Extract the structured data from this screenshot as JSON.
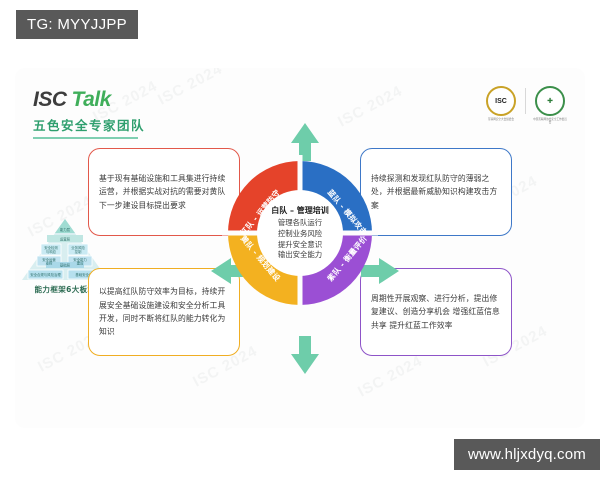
{
  "overlays": {
    "tg_tag": "TG: MYYJJPP",
    "url_tag": "www.hljxdyq.com"
  },
  "brand": {
    "logo_isc": "ISC",
    "logo_talk": "Talk",
    "logo_sub": "五色安全专家团队"
  },
  "badges": [
    {
      "mark": "ISC",
      "caption": "互联网安全大会组委会"
    },
    {
      "mark": "✚",
      "caption": "中国互联网协会安全工作委员会"
    }
  ],
  "pyramid": {
    "caption": "能力框架6大板块",
    "levels": [
      {
        "label": "能力层"
      },
      {
        "label": "运营层"
      },
      {
        "label": "功能层"
      },
      {
        "label": "基础层"
      }
    ],
    "blocks": [
      "安全检测与响应",
      "业务风险控制",
      "安全运营支撑",
      "安全能力建设",
      "安全合规与风险治理",
      "基础安全设施"
    ]
  },
  "quadrants": [
    {
      "id": "red-ops-defense",
      "color": "#e5432a",
      "segment_label": "红队 - 运营防守",
      "card_text": "基于现有基础设施和工具集进行持续运营，并根据实战对抗的需要对黄队下一步建设目标提出要求"
    },
    {
      "id": "blue-simulated-attack",
      "color": "#2a6fc4",
      "segment_label": "蓝队 - 模拟攻击",
      "card_text": "持续探测和发现红队防守的薄弱之处，并根据最新威胁知识构建攻击方案"
    },
    {
      "id": "yellow-planning-build",
      "color": "#f3b120",
      "segment_label": "黄队 - 规划建设",
      "card_text": "以提高红队防守效率为目标，持续开展安全基础设施建设和安全分析工具开发，同时不断将红队的能力转化为知识"
    },
    {
      "id": "purple-measure-evaluate",
      "color": "#9b4fd4",
      "segment_label": "紫队 - 衡量评价",
      "card_text": "周期性开展观察、进行分析，提出修复建议、创造分享机会 增强红蓝信息共享 提升红蓝工作效率"
    }
  ],
  "hub": {
    "title": "白队 – 管理培训",
    "lines": [
      "管理各队运行",
      "控制业务风险",
      "提升安全意识",
      "输出安全能力"
    ]
  },
  "arrows": {
    "color": "#6ecdaa",
    "directions": [
      "up",
      "down",
      "left",
      "right"
    ]
  },
  "watermark": {
    "text_a": "ISC 2024",
    "text_b": "ISC 2024"
  }
}
